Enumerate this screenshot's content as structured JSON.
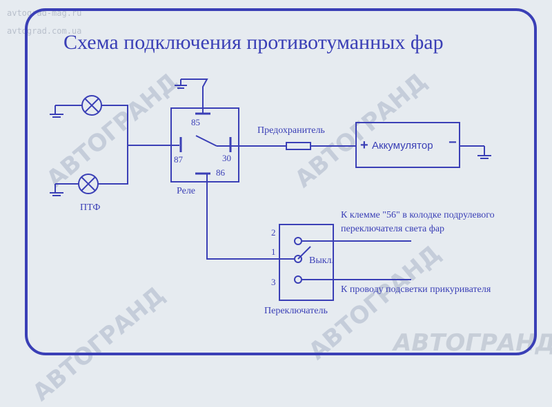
{
  "watermark": {
    "url_1": "avtograd-mag.ru",
    "url_2": "avtograd.com.ua",
    "word": "АВТОГРАНД",
    "brand": "АВТОГРАНД"
  },
  "title": "Схема подключения противотуманных фар",
  "components": {
    "lamps_label": "ПТФ",
    "relay_label": "Реле",
    "relay_pins": {
      "p85": "85",
      "p87": "87",
      "p30": "30",
      "p86": "86"
    },
    "fuse_label": "Предохранитель",
    "battery_label": "Аккумулятор",
    "battery_plus": "+",
    "battery_minus": "−",
    "switch_label": "Переключатель",
    "switch_off": "Выкл.",
    "switch_pins": {
      "p1": "1",
      "p2": "2",
      "p3": "3"
    }
  },
  "notes": {
    "to_terminal_56_line1": "К клемме \"56\" в колодке подрулевого",
    "to_terminal_56_line2": "переключателя света фар",
    "to_lighter_backlight": "К проводу подсветки прикуривателя"
  },
  "colors": {
    "ink": "#3a3fb6",
    "background": "#e6ebf0"
  }
}
